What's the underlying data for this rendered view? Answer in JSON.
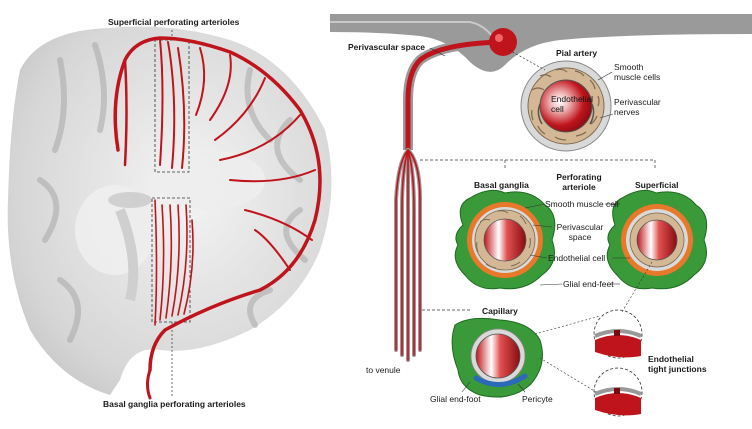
{
  "left_panel": {
    "top_label": "Superficial perforating arterioles",
    "bottom_label": "Basal ganglia perforating arterioles"
  },
  "right_panel": {
    "perivascular_space": "Perivascular space",
    "pial_artery": {
      "title": "Pial artery",
      "smooth_muscle_line1": "Smooth",
      "smooth_muscle_line2": "muscle cells",
      "endothelial_line1": "Endothelial",
      "endothelial_line2": "cell",
      "nerves_line1": "Perivascular",
      "nerves_line2": "nerves"
    },
    "basal_ganglia": "Basal ganglia",
    "perforating_line1": "Perforating",
    "perforating_line2": "arteriole",
    "superficial": "Superficial",
    "smooth_muscle_cell": "Smooth muscle cell",
    "perivascular_space_line1": "Perivascular",
    "perivascular_space_line2": "space",
    "endothelial_cell": "Endothelial cell",
    "glial_end_feet": "Glial end-feet",
    "capillary": "Capillary",
    "to_venule": "to venule",
    "glial_end_foot": "Glial end-foot",
    "pericyte": "Pericyte",
    "tight_junctions_line1": "Endothelial",
    "tight_junctions_line2": "tight junctions"
  },
  "colors": {
    "vessel_red": "#c0141c",
    "glia_green": "#3a9a3a",
    "smooth_muscle_orange": "#e8782a",
    "pial_grey": "#9a9a9a",
    "pericyte_blue": "#2a6ab8"
  }
}
